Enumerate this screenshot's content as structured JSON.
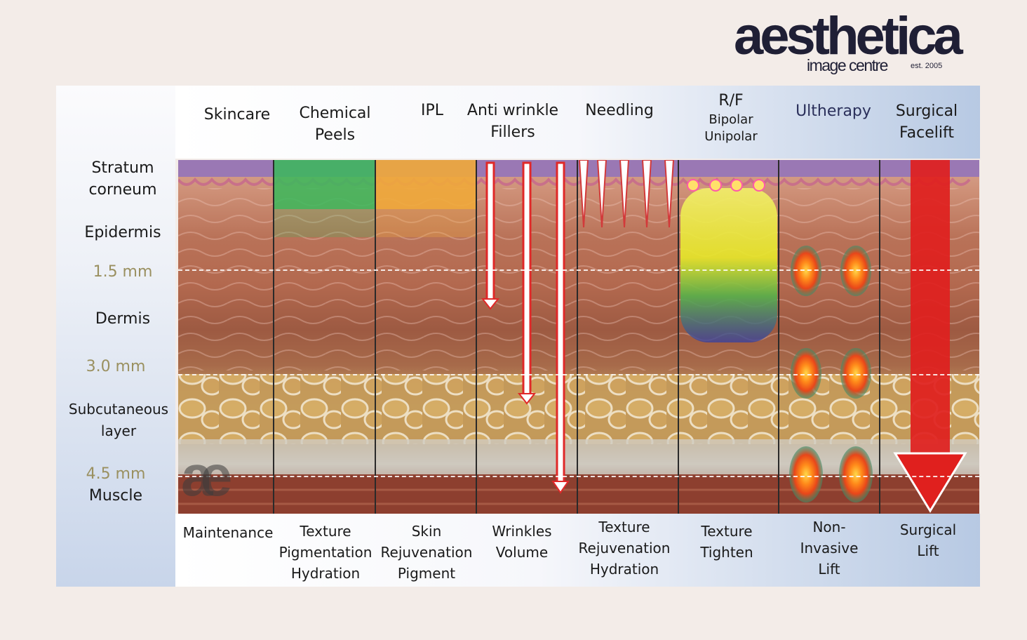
{
  "logo": {
    "word": "aesthetica",
    "sub": "image centre",
    "est": "est. 2005",
    "mark": "ae"
  },
  "layers": {
    "stratum": "Stratum corneum",
    "epidermis": "Epidermis",
    "d15": "1.5 mm",
    "dermis": "Dermis",
    "d30": "3.0 mm",
    "subcutaneous": "Subcutaneous layer",
    "d45": "4.5 mm",
    "muscle": "Muscle"
  },
  "columns": [
    {
      "head": "Skincare",
      "foot": "Maintenance"
    },
    {
      "head": "Chemical Peels",
      "foot": "Texture Pigmentation Hydration"
    },
    {
      "head": "IPL",
      "foot": "Skin Rejuvenation Pigment"
    },
    {
      "head": "Anti wrinkle Fillers",
      "foot": "Wrinkles Volume"
    },
    {
      "head": "Needling",
      "foot": "Texture Rejuvenation Hydration"
    },
    {
      "head": "R/F",
      "head_sub": "Bipolar Unipolar",
      "foot": "Texture Tighten"
    },
    {
      "head": "Ultherapy",
      "foot": "Non-Invasive Lift"
    },
    {
      "head": "Surgical Facelift",
      "foot": "Surgical Lift"
    }
  ],
  "colors": {
    "ultherapy_head": "#2a2f5a",
    "depth_text": "#9a9060",
    "arrow_red": "#e0201e"
  }
}
